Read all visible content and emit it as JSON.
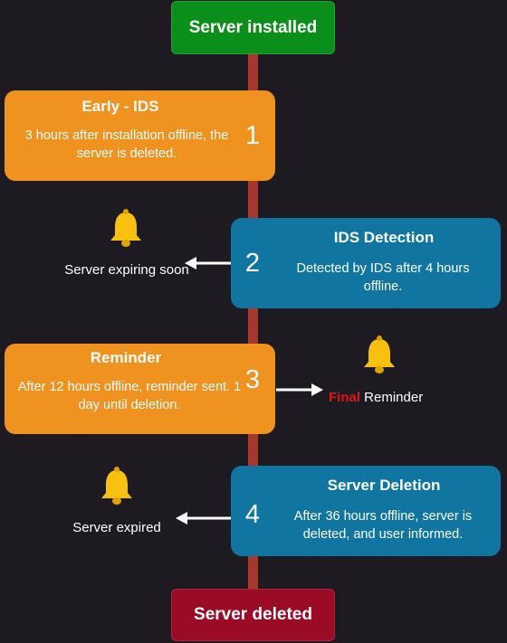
{
  "start": {
    "label": "Server installed"
  },
  "end": {
    "label": "Server deleted"
  },
  "steps": [
    {
      "number": "1",
      "title": "Early - IDS",
      "description": "3 hours after installation offline, the server is deleted.",
      "color": "#f0921f"
    },
    {
      "number": "2",
      "title": "IDS Detection",
      "description": "Detected by IDS after 4 hours offline.",
      "color": "#1075a1",
      "side_note": "Server expiring soon",
      "side_icon": "bell-icon"
    },
    {
      "number": "3",
      "title": "Reminder",
      "description": "After 12 hours offline, reminder sent. 1 day until deletion.",
      "color": "#f0921f",
      "side_note_prefix": "Final",
      "side_note_suffix": " Reminder",
      "side_icon": "bell-icon"
    },
    {
      "number": "4",
      "title": "Server Deletion",
      "description": "After 36 hours offline, server is deleted, and user informed.",
      "color": "#1075a1",
      "side_note": "Server expired",
      "side_icon": "bell-icon"
    }
  ],
  "colors": {
    "background": "#1d1b21",
    "spine": "#a5372d",
    "start_green": "#0a8f1a",
    "end_red": "#9c0b26",
    "final_red": "#e01515"
  }
}
